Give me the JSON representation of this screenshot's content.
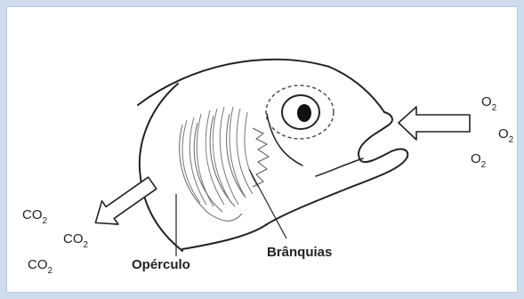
{
  "labels": {
    "o2_1": "O",
    "o2_2": "O",
    "o2_3": "O",
    "co2_1": "CO",
    "co2_2": "CO",
    "co2_3": "CO",
    "subscript_2": "2",
    "operculo": "Opérculo",
    "branquias": "Brânquias"
  },
  "colors": {
    "frame": "#cfdcee",
    "outline": "#222222",
    "gills": "#777777"
  }
}
